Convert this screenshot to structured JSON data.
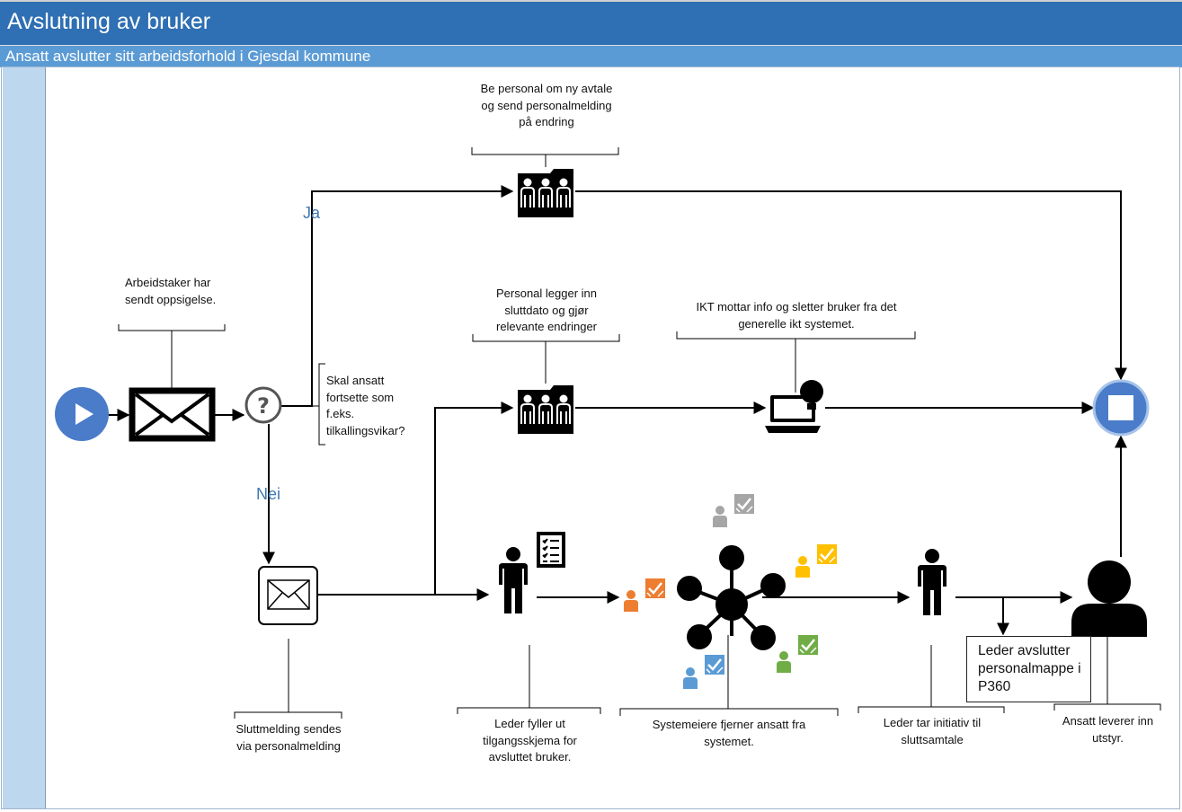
{
  "header": {
    "title": "Avslutning av bruker",
    "subtitle": "Ansatt avslutter sitt arbeidsforhold i Gjesdal kommune"
  },
  "annotations": {
    "start_note": "Arbeidstaker har sendt oppsigelse.",
    "decision_question": "Skal ansatt fortsette som f.eks. tilkallingsvikar?",
    "yes_label": "Ja",
    "no_label": "Nei",
    "hr_new_agreement": "Be personal om ny avtale og send personalmelding på endring",
    "hr_end_date": "Personal legger inn sluttdato og gjør relevante endringer",
    "it_delete": "IKT mottar info og sletter bruker fra det generelle ikt systemet.",
    "end_message": "Sluttmelding sendes via personalmelding",
    "manager_form": "Leder fyller ut tilgangsskjema for avsluttet bruker.",
    "system_owners": "Systemeiere fjerner ansatt fra systemet.",
    "exit_interview": "Leder tar initiativ til sluttsamtale",
    "equipment_return": "Ansatt leverer inn utstyr.",
    "p360_task": "Leder avslutter personalmappe i P360"
  },
  "colors": {
    "title_bar": "#2f6fb3",
    "subtitle_bar": "#5b9bd5",
    "lane_strip": "#bdd7ee",
    "start_event": "#4a7cc9",
    "end_event": "#4a7cc9",
    "label_blue": "#3f78b5",
    "user_gray": "#a6a6a6",
    "user_orange": "#ed7d31",
    "user_yellow": "#ffc000",
    "user_green": "#70ad47",
    "user_blue": "#5b9bd5"
  },
  "icons": [
    "play-icon",
    "envelope-icon",
    "question-icon",
    "team-folder-icon",
    "laptop-bulb-icon",
    "stop-icon",
    "person-icon",
    "checklist-icon",
    "network-hub-icon",
    "user-check-icon"
  ]
}
